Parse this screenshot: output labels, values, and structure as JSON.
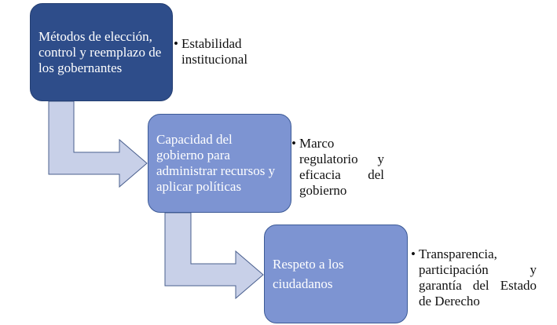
{
  "diagram": {
    "steps": [
      {
        "text": "Métodos de elección, control y reemplazo de los gobernantes",
        "note": "Estabilidad institucional"
      },
      {
        "text": "Capacidad del gobierno para administrar recursos y aplicar políticas",
        "note": "Marco regulatorio y eficacia del gobierno"
      },
      {
        "text": "Respeto a los ciudadanos",
        "note": "Transparencia, participación y garantía del Estado de Derecho"
      }
    ],
    "bullet": "•",
    "colors": {
      "box_dark": "#2e4d8a",
      "box_light": "#7d94d2",
      "arrow_fill": "#c8d0e8",
      "arrow_stroke": "#4a5f8e"
    }
  }
}
